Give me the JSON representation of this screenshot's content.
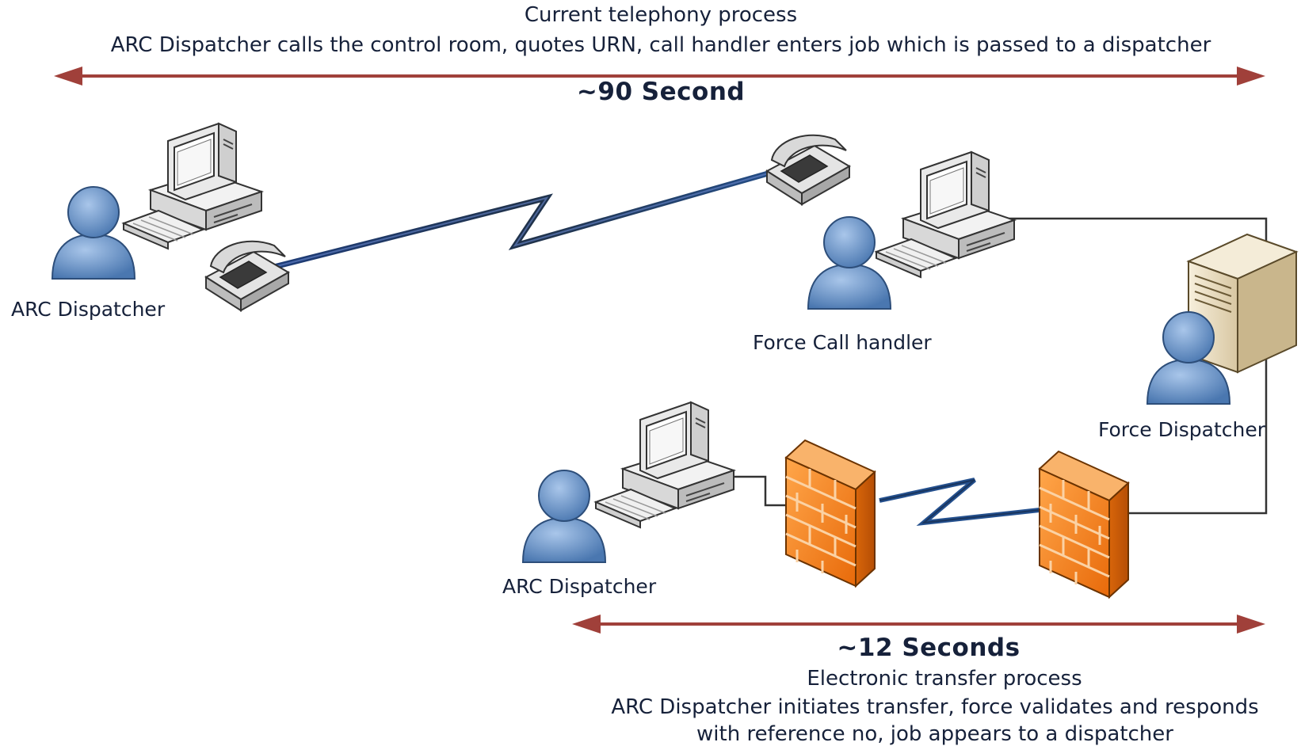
{
  "top_process": {
    "title": "Current telephony process",
    "description": "ARC Dispatcher calls the control room, quotes URN, call handler enters job which is passed to a dispatcher",
    "duration": "~90 Second"
  },
  "bottom_process": {
    "duration": "~12 Seconds",
    "title": "Electronic transfer process",
    "description_line1": "ARC Dispatcher initiates transfer, force validates and responds",
    "description_line2": "with reference no, job appears to a dispatcher"
  },
  "nodes": {
    "arc_dispatcher_top": "ARC Dispatcher",
    "force_call_handler": "Force Call handler",
    "force_dispatcher": "Force Dispatcher",
    "arc_dispatcher_bottom": "ARC Dispatcher"
  },
  "colors": {
    "arrow": "#a0403a",
    "person_fill": "#6a97cc",
    "firewall_fill": "#f0821e",
    "server_fill": "#e9dcc0",
    "telephony_link": "#1f3f7a"
  }
}
